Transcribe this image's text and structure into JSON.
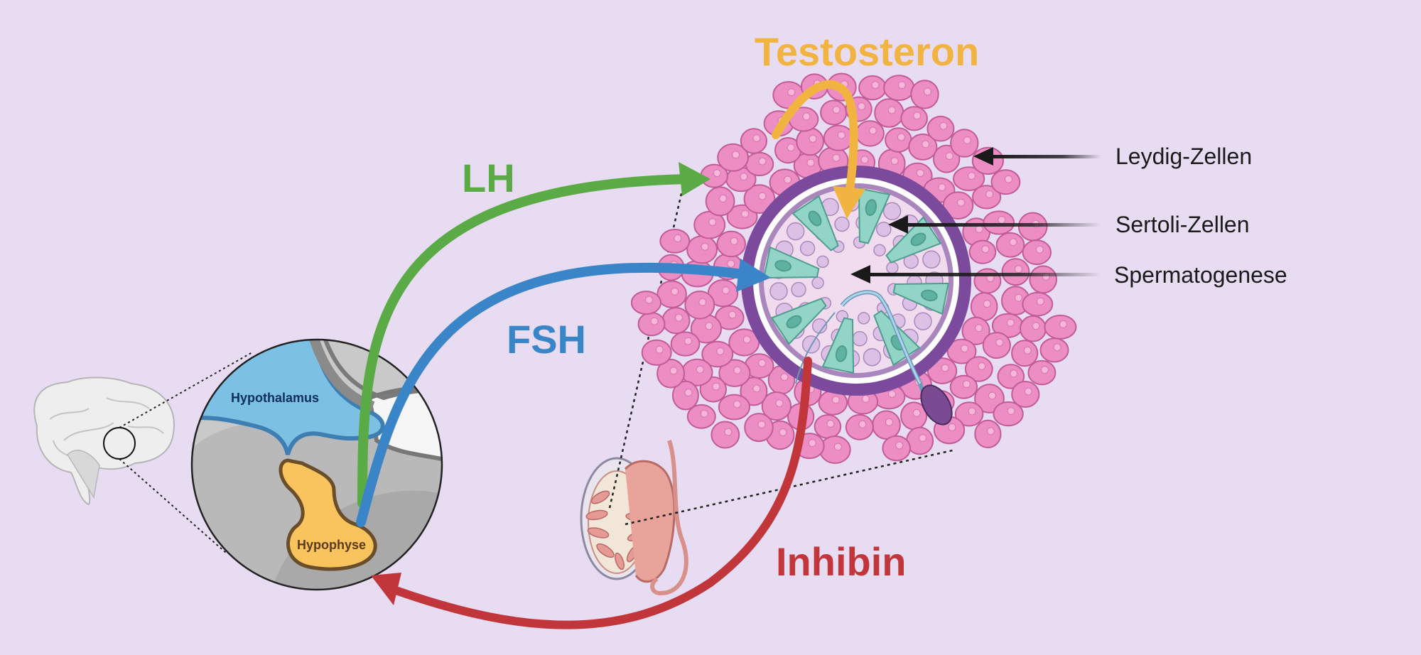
{
  "labels": {
    "testosterone": "Testosteron",
    "lh": "LH",
    "fsh": "FSH",
    "inhibin": "Inhibin",
    "hypothalamus": "Hypothalamus",
    "pituitary": "Hypophyse",
    "leydig": "Leydig-Zellen",
    "sertoli": "Sertoli-Zellen",
    "spermatogenesis": "Spermatogenese"
  },
  "colors": {
    "background": "#e8dcf2",
    "testosterone": "#f2b440",
    "lh": "#5aab45",
    "fsh": "#3a85c8",
    "inhibin": "#c0363a",
    "hypothalamus": "#7cc0e4",
    "pituitary": "#f9c35e",
    "leydig_cells": "#ec8ec4",
    "tubule_wall": "#7b4a9c",
    "sertoli_cells": "#92d4c6"
  },
  "icons": {
    "brain": "brain-icon",
    "testis": "testis-icon",
    "sperm": "sperm-icon"
  }
}
